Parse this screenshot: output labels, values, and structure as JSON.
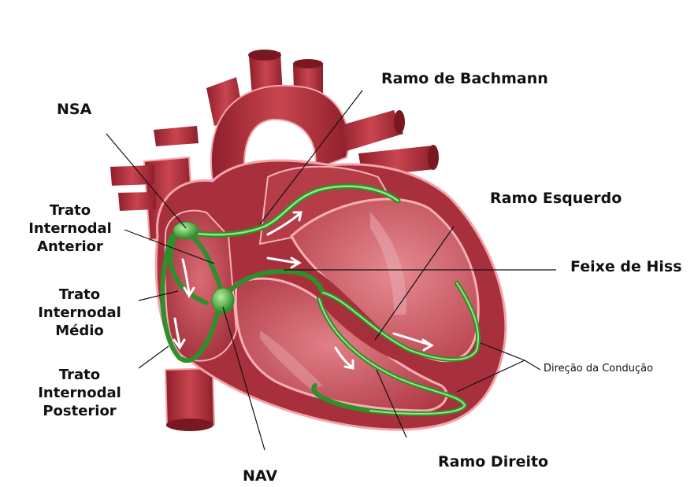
{
  "labels": {
    "nsa": "NSA",
    "bachmann": "Ramo de Bachmann",
    "ramo_esquerdo": "Ramo Esquerdo",
    "feixe_hiss": "Feixe de Hiss",
    "direcao": "Direção da Condução",
    "ramo_direito": "Ramo Direito",
    "nav": "NAV",
    "anterior": [
      "Trato",
      "Internodal",
      "Anterior"
    ],
    "medio": [
      "Trato",
      "Internodal",
      "Médio"
    ],
    "posterior": [
      "Trato",
      "Internodal",
      "Posterior"
    ]
  },
  "colors": {
    "myocardium": "#a8303c",
    "chamber": "#c9505c",
    "inner_wall": "#f09aa0",
    "vessel": "#b8333f",
    "conduction": "#3ea33a",
    "conduction_light": "#8ee07a",
    "leader_line": "#111111",
    "flow_arrow": "#ffffff"
  }
}
